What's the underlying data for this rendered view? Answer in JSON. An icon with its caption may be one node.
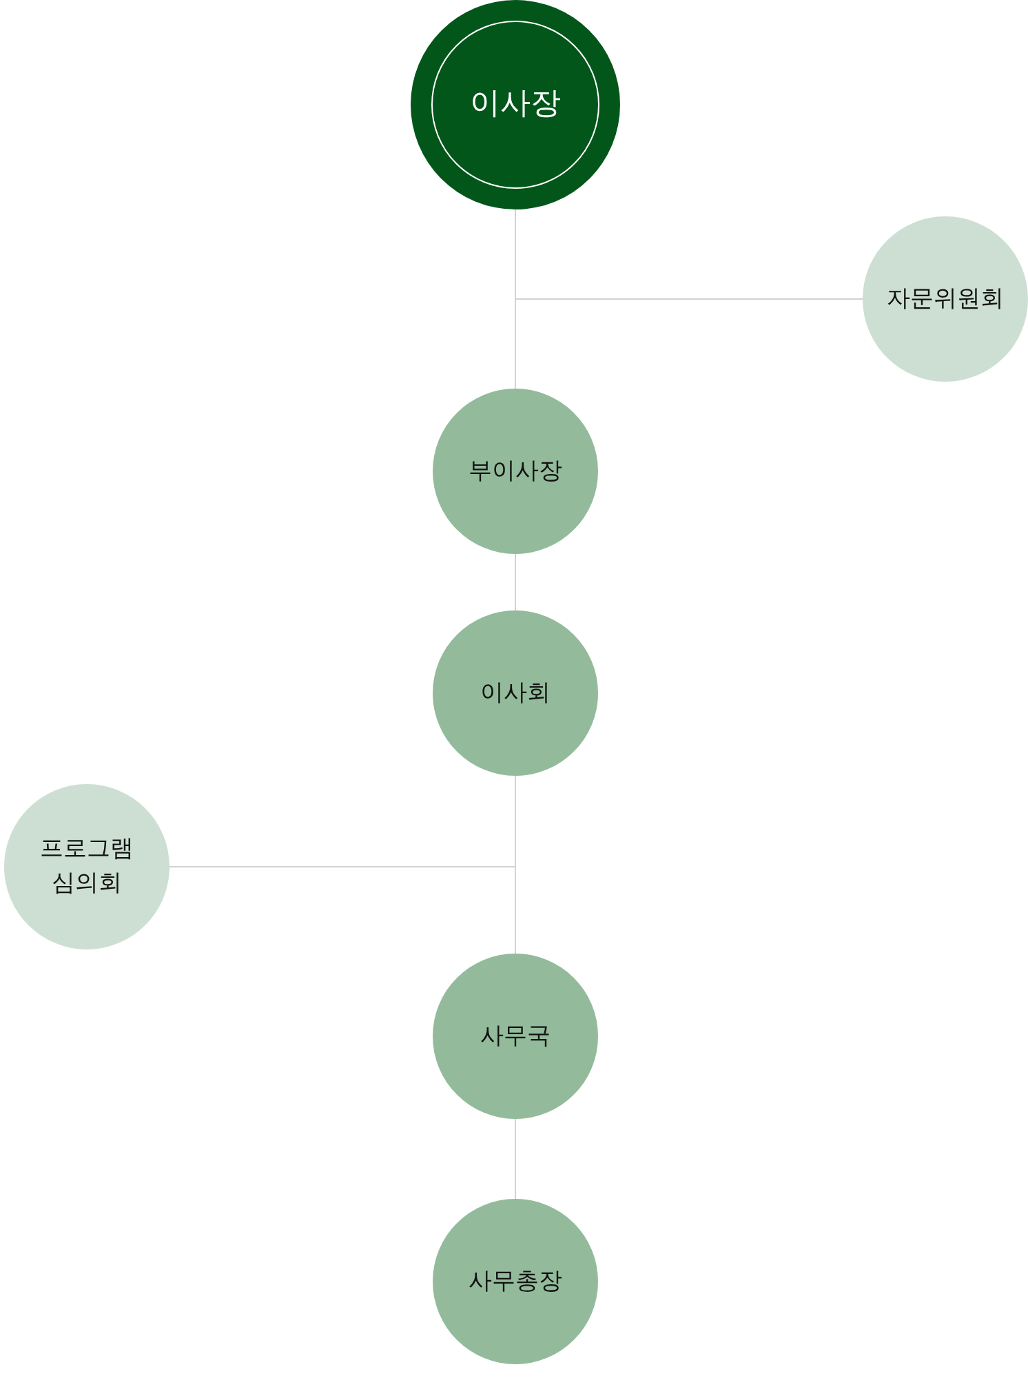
{
  "diagram": {
    "nodes": [
      {
        "text": [
          "이사장"
        ]
      },
      {
        "text": [
          "자문위원회"
        ]
      },
      {
        "text": [
          "부이사장"
        ]
      },
      {
        "text": [
          "이사회"
        ]
      },
      {
        "text": [
          "프로그램 심의회"
        ]
      },
      {
        "text": [
          "사무국"
        ]
      },
      {
        "text": [
          "사무총장"
        ]
      }
    ],
    "edges": [
      {
        "from": 0,
        "to": 2,
        "arrow": "none"
      },
      {
        "from": 0,
        "to": 1,
        "arrow": "none"
      },
      {
        "from": 2,
        "to": 3,
        "arrow": "none"
      },
      {
        "from": 3,
        "to": 5,
        "arrow": "none"
      },
      {
        "from": 3,
        "to": 4,
        "arrow": "none"
      },
      {
        "from": 5,
        "to": 6,
        "arrow": "none"
      }
    ]
  }
}
